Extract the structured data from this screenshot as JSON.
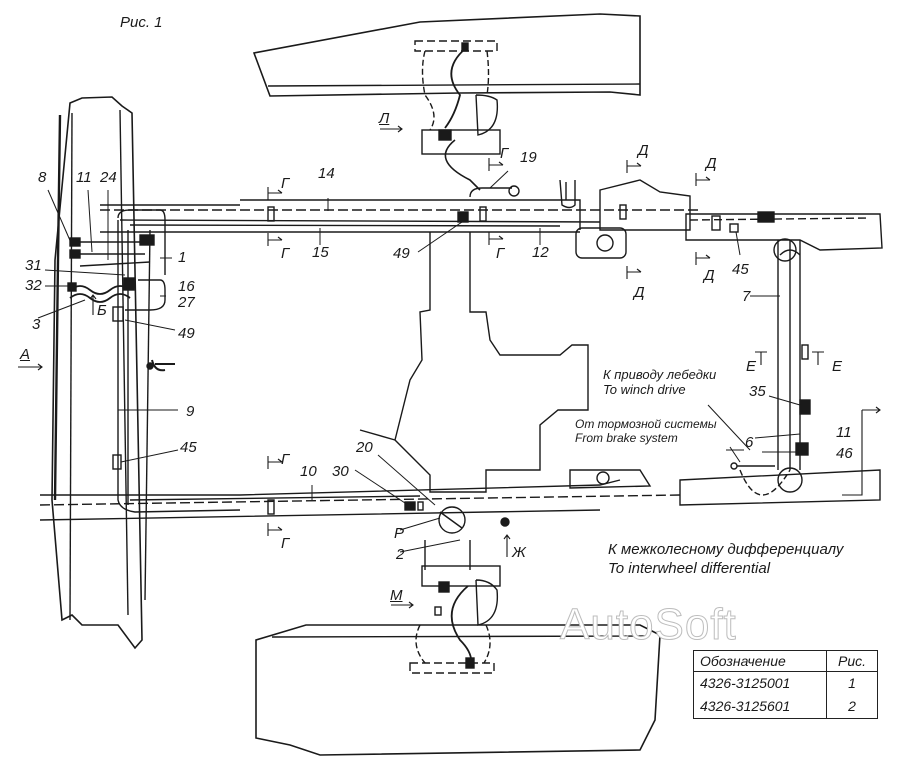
{
  "figure_title": "Рис. 1",
  "watermark": "AutoSoft",
  "part_labels": {
    "p1": "1",
    "p2": "2",
    "p3": "3",
    "p6": "6",
    "p7": "7",
    "p8": "8",
    "p9": "9",
    "p10": "10",
    "p11_left": "11",
    "p11_right": "11",
    "p12": "12",
    "p14": "14",
    "p15": "15",
    "p16": "16",
    "p19": "19",
    "p20": "20",
    "p24": "24",
    "p27": "27",
    "p30": "30",
    "p31": "31",
    "p32": "32",
    "p35": "35",
    "p45_left": "45",
    "p45_right": "45",
    "p46": "46",
    "p49_left": "49",
    "p49_center": "49"
  },
  "view_labels": {
    "A": "А",
    "B": "Б",
    "L": "Л",
    "M": "М",
    "R": "Р",
    "Zh": "Ж",
    "G": "Г",
    "D": "Д",
    "E": "Е"
  },
  "notes": {
    "winch_ru": "К приводу лебедки",
    "winch_en": "To winch drive",
    "brake_ru": "От тормозной системы",
    "brake_en": "From brake system",
    "diff_ru": "К межколесному дифференциалу",
    "diff_en": "To interwheel differential"
  },
  "spec_table": {
    "headers": [
      "Обозначение",
      "Рис."
    ],
    "rows": [
      [
        "4326-3125001",
        "1"
      ],
      [
        "4326-3125601",
        "2"
      ]
    ]
  }
}
